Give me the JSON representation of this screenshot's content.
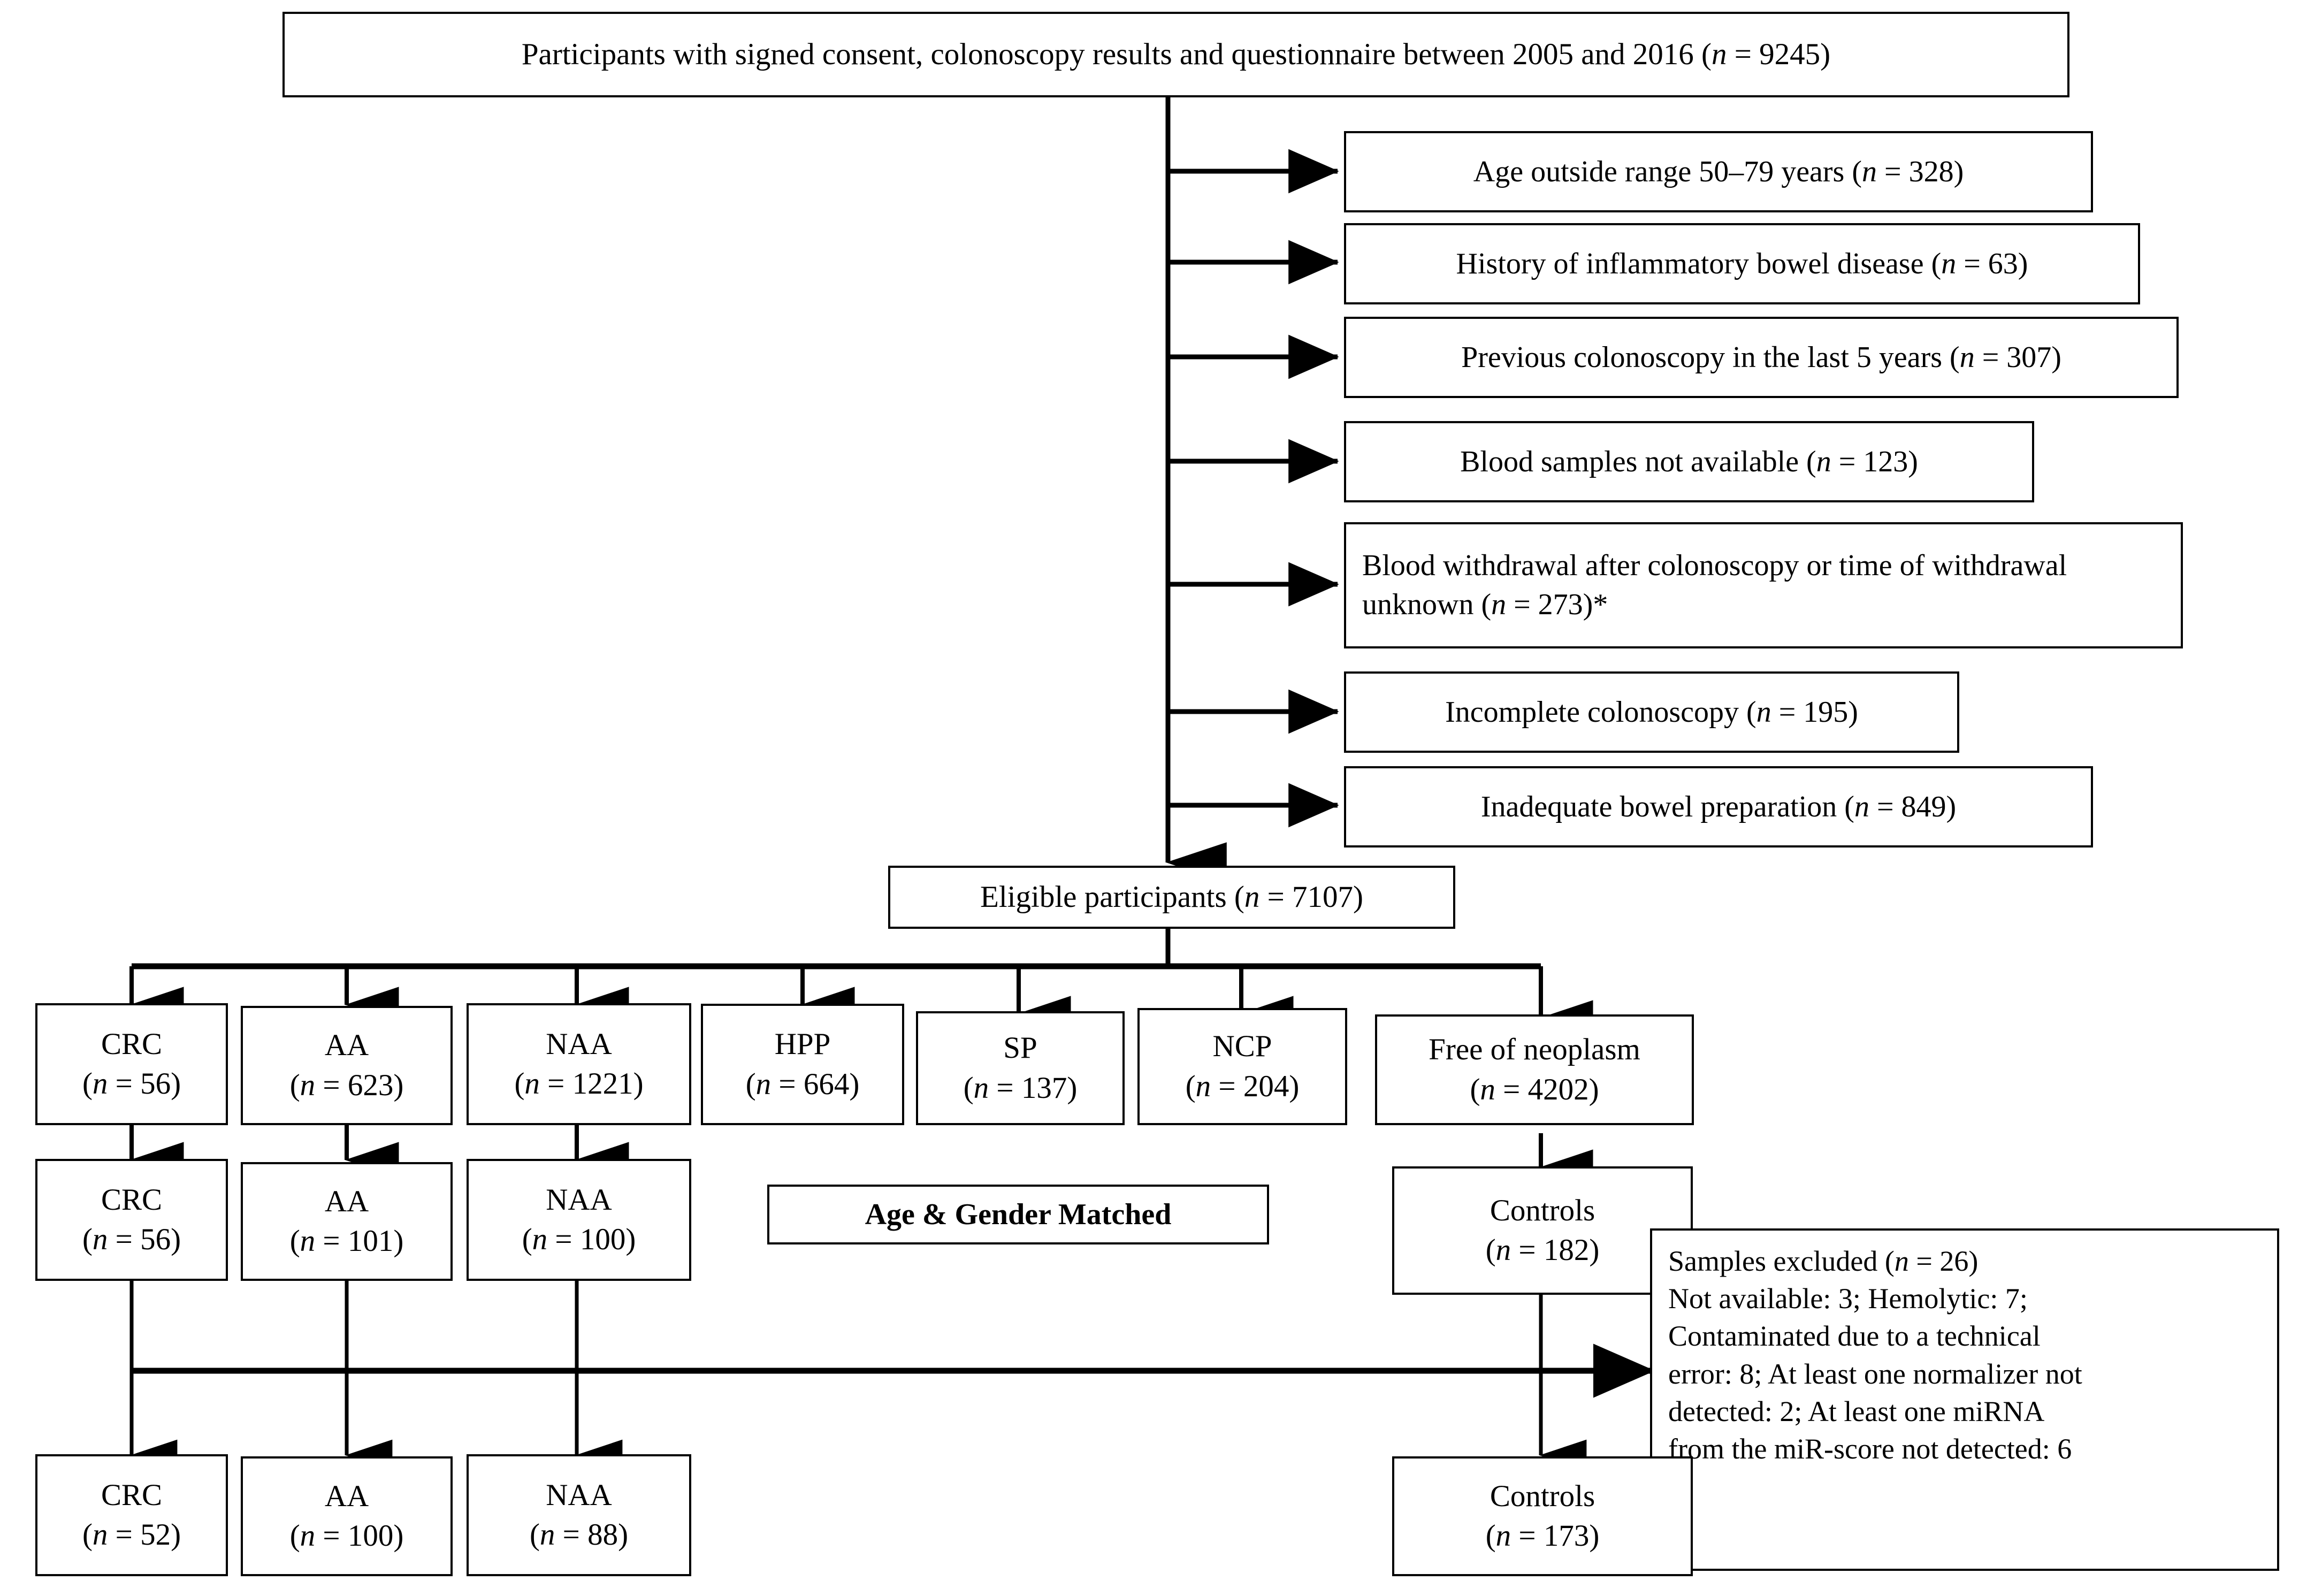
{
  "diagram": {
    "title": "Study participant selection flow",
    "colors": {
      "line": "#000000",
      "box_border": "#000000",
      "background": "#ffffff",
      "text": "#000000"
    }
  },
  "top": {
    "label": "Participants with signed consent, colonoscopy results and questionnaire between 2005 and 2016 (n = 9245)",
    "count": 9245
  },
  "exclusions": [
    {
      "label": "Age outside range 50–79 years (n = 328)",
      "reason": "Age outside range 50–79 years",
      "count": 328
    },
    {
      "label": "History of inflammatory bowel disease (n = 63)",
      "reason": "History of inflammatory bowel disease",
      "count": 63
    },
    {
      "label": "Previous colonoscopy in the last 5 years (n = 307)",
      "reason": "Previous colonoscopy in the last 5 years",
      "count": 307
    },
    {
      "label": "Blood samples not available (n = 123)",
      "reason": "Blood samples not available",
      "count": 123
    },
    {
      "label": "Blood withdrawal after colonoscopy or time of withdrawal unknown (n = 273)*",
      "reason": "Blood withdrawal after colonoscopy or time of withdrawal unknown",
      "count": 273,
      "footnote_marker": "*"
    },
    {
      "label": "Incomplete colonoscopy (n = 195)",
      "reason": "Incomplete colonoscopy",
      "count": 195
    },
    {
      "label": "Inadequate bowel preparation (n = 849)",
      "reason": "Inadequate bowel preparation",
      "count": 849
    }
  ],
  "eligible": {
    "label": "Eligible participants (n = 7107)",
    "count": 7107
  },
  "categories": [
    {
      "name": "CRC",
      "count_label": "(n = 56)",
      "count": 56
    },
    {
      "name": "AA",
      "count_label": "(n = 623)",
      "count": 623
    },
    {
      "name": "NAA",
      "count_label": "(n = 1221)",
      "count": 1221
    },
    {
      "name": "HPP",
      "count_label": "(n = 664)",
      "count": 664
    },
    {
      "name": "SP",
      "count_label": "(n = 137)",
      "count": 137
    },
    {
      "name": "NCP",
      "count_label": "(n = 204)",
      "count": 204
    },
    {
      "name": "Free of neoplasm",
      "count_label": "(n = 4202)",
      "count": 4202
    }
  ],
  "matched_row": {
    "banner": "Age & Gender Matched",
    "groups": [
      {
        "name": "CRC",
        "count_label": "(n = 56)",
        "count": 56
      },
      {
        "name": "AA",
        "count_label": "(n = 101)",
        "count": 101
      },
      {
        "name": "NAA",
        "count_label": "(n = 100)",
        "count": 100
      }
    ],
    "controls": {
      "name": "Controls",
      "count_label": "(n = 182)",
      "count": 182
    }
  },
  "samples_excluded": {
    "lines": [
      "Samples excluded (n = 26)",
      "Not available: 3; Hemolytic: 7;",
      "Contaminated due to a technical",
      "error: 8; At least one normalizer not",
      "detected: 2; At least one miRNA",
      "from the miR-score not detected: 6"
    ],
    "total": 26,
    "breakdown": [
      {
        "reason": "Not available",
        "count": 3
      },
      {
        "reason": "Hemolytic",
        "count": 7
      },
      {
        "reason": "Contaminated due to a technical error",
        "count": 8
      },
      {
        "reason": "At least one normalizer not detected",
        "count": 2
      },
      {
        "reason": "At least one miRNA from the miR-score not detected",
        "count": 6
      }
    ]
  },
  "final_row": {
    "groups": [
      {
        "name": "CRC",
        "count_label": "(n = 52)",
        "count": 52
      },
      {
        "name": "AA",
        "count_label": "(n = 100)",
        "count": 100
      },
      {
        "name": "NAA",
        "count_label": "(n = 88)",
        "count": 88
      }
    ],
    "controls": {
      "name": "Controls",
      "count_label": "(n = 173)",
      "count": 173
    }
  }
}
